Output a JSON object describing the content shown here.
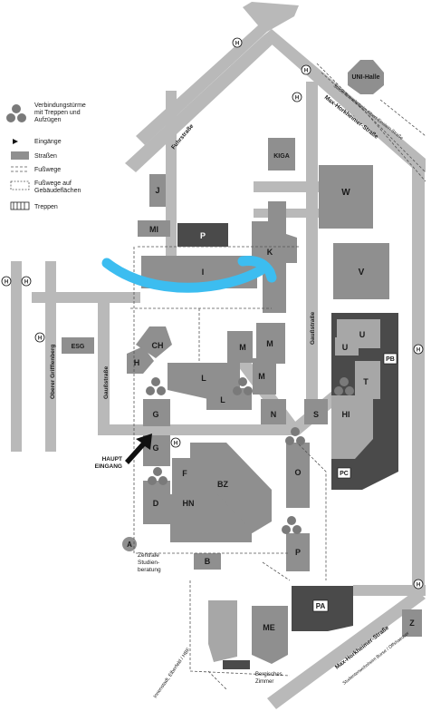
{
  "legend": {
    "towers": "Verbindungstürme mit Treppen und Aufzügen",
    "entrances": "Eingänge",
    "streets": "Straßen",
    "footpaths": "Fußwege",
    "covered_footpaths": "Fußwege auf Gebäudeflächen",
    "stairs": "Treppen"
  },
  "streets": {
    "fuhrweg": "Fuhrstraße",
    "mhs_top": "Max-Horkheimer-Straße",
    "mhs_bottom": "Max-Horkheimer-Straße",
    "gauss": "Gaußstraße",
    "gauss_left": "Gaußstraße",
    "oberer": "Oberer Grifflenberg",
    "studhome_top": "Studentenwohnheim Albert-Einstein-Straße",
    "studhome_bottom": "Studentenwohnheim Burse / Offshaeuser",
    "innenstadt": "Innenstadt, Elberfeld / HBF"
  },
  "buildings": {
    "uni_halle": "UNI-Halle",
    "kiga": "KIGA",
    "w": "W",
    "v": "V",
    "j": "J",
    "ml": "MI",
    "p_top": "P",
    "k": "K",
    "i": "I",
    "ch": "CH",
    "h": "H",
    "m1": "M",
    "m2": "M",
    "m3": "M",
    "l1": "L",
    "l2": "L",
    "esg": "ESG",
    "g1": "G",
    "g2": "G",
    "f": "F",
    "bz": "BZ",
    "d": "D",
    "hn": "HN",
    "n": "N",
    "s": "S",
    "o": "O",
    "p_mid": "P",
    "hi": "HI",
    "t": "T",
    "u1": "U",
    "u2": "U",
    "pb": "PB",
    "pc": "PC",
    "pa": "PA",
    "me": "ME",
    "z": "Z",
    "b": "B",
    "a": "A"
  },
  "labels": {
    "haupt": "HAUPT EINGANG",
    "zentrale": "Zentrale Studien- beratung",
    "bergisches": "Bergisches Zimmer",
    "bus": "H"
  },
  "colors": {
    "street": "#b4b4b4",
    "building": "#8f8f8f",
    "dark": "#4a4a4a",
    "highlight": "#3cbdf0",
    "tower": "#7a7a7a"
  }
}
